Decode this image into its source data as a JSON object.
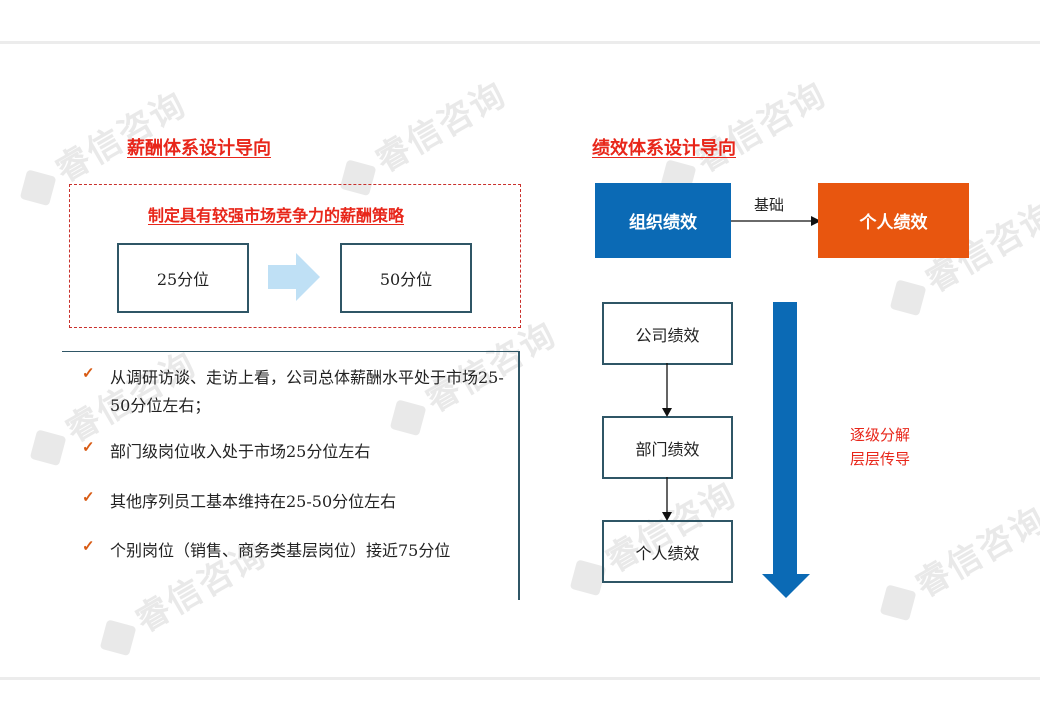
{
  "left": {
    "title": "薪酬体系设计导向",
    "strategy_title": "制定具有较强市场竞争力的薪酬策略",
    "from_box": "25分位",
    "to_box": "50分位",
    "bullets": [
      "从调研访谈、走访上看，公司总体薪酬水平处于市场25-50分位左右；",
      "部门级岗位收入处于市场25分位左右",
      "其他序列员工基本维持在25-50分位左右",
      "个别岗位（销售、商务类基层岗位）接近75分位"
    ],
    "check_icon": "✓"
  },
  "right": {
    "title": "绩效体系设计导向",
    "org_box": "组织绩效",
    "personal_box": "个人绩效",
    "basis_label": "基础",
    "chain": [
      "公司绩效",
      "部门绩效",
      "个人绩效"
    ],
    "cascade_label_1": "逐级分解",
    "cascade_label_2": "层层传导"
  },
  "watermark": "睿信咨询",
  "colors": {
    "accent_red": "#e8261a",
    "blue": "#0b6ab5",
    "orange": "#e8560f",
    "box_border": "#2f5666",
    "light_arrow": "#bfe0f5"
  }
}
